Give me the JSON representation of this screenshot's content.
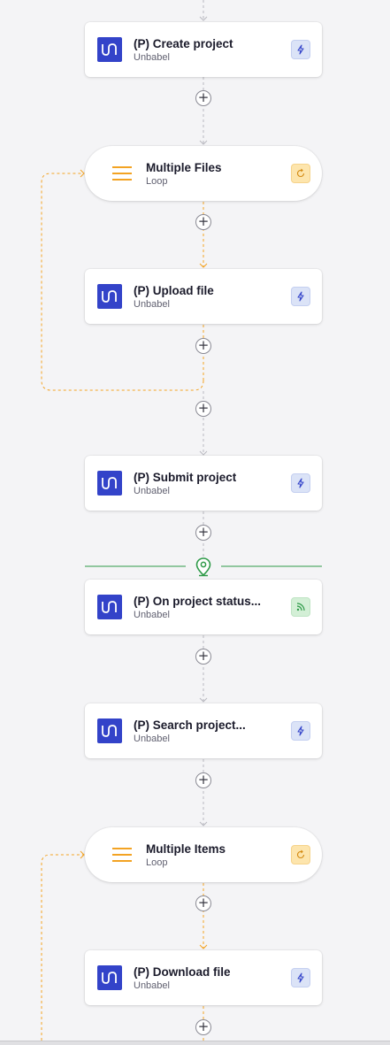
{
  "colors": {
    "canvas_bg": "#f4f4f6",
    "app_brand": "#3343c9",
    "loop_accent": "#f3a323",
    "trigger_accent": "#2e9a48",
    "connector": "#b9b9c0"
  },
  "nodes": [
    {
      "id": "create-project",
      "kind": "action",
      "title": "(P) Create project",
      "subtitle": "Unbabel",
      "badge_icon": "lightning-icon"
    },
    {
      "id": "multiple-files",
      "kind": "loop",
      "title": "Multiple Files",
      "subtitle": "Loop",
      "badge_icon": "loop-arrow-icon"
    },
    {
      "id": "upload-file",
      "kind": "action",
      "title": "(P) Upload file",
      "subtitle": "Unbabel",
      "badge_icon": "lightning-icon"
    },
    {
      "id": "submit-project",
      "kind": "action",
      "title": "(P) Submit project",
      "subtitle": "Unbabel",
      "badge_icon": "lightning-icon"
    },
    {
      "id": "on-project-status",
      "kind": "trigger",
      "title": "(P) On project status...",
      "subtitle": "Unbabel",
      "badge_icon": "rss-icon"
    },
    {
      "id": "search-project",
      "kind": "action",
      "title": "(P) Search project...",
      "subtitle": "Unbabel",
      "badge_icon": "lightning-icon"
    },
    {
      "id": "multiple-items",
      "kind": "loop",
      "title": "Multiple Items",
      "subtitle": "Loop",
      "badge_icon": "loop-arrow-icon"
    },
    {
      "id": "download-file",
      "kind": "action",
      "title": "(P) Download file",
      "subtitle": "Unbabel",
      "badge_icon": "lightning-icon"
    }
  ],
  "add_buttons": {
    "count": 9,
    "symbol": "+"
  },
  "checkpoint": {
    "icon": "location-pin-icon"
  }
}
